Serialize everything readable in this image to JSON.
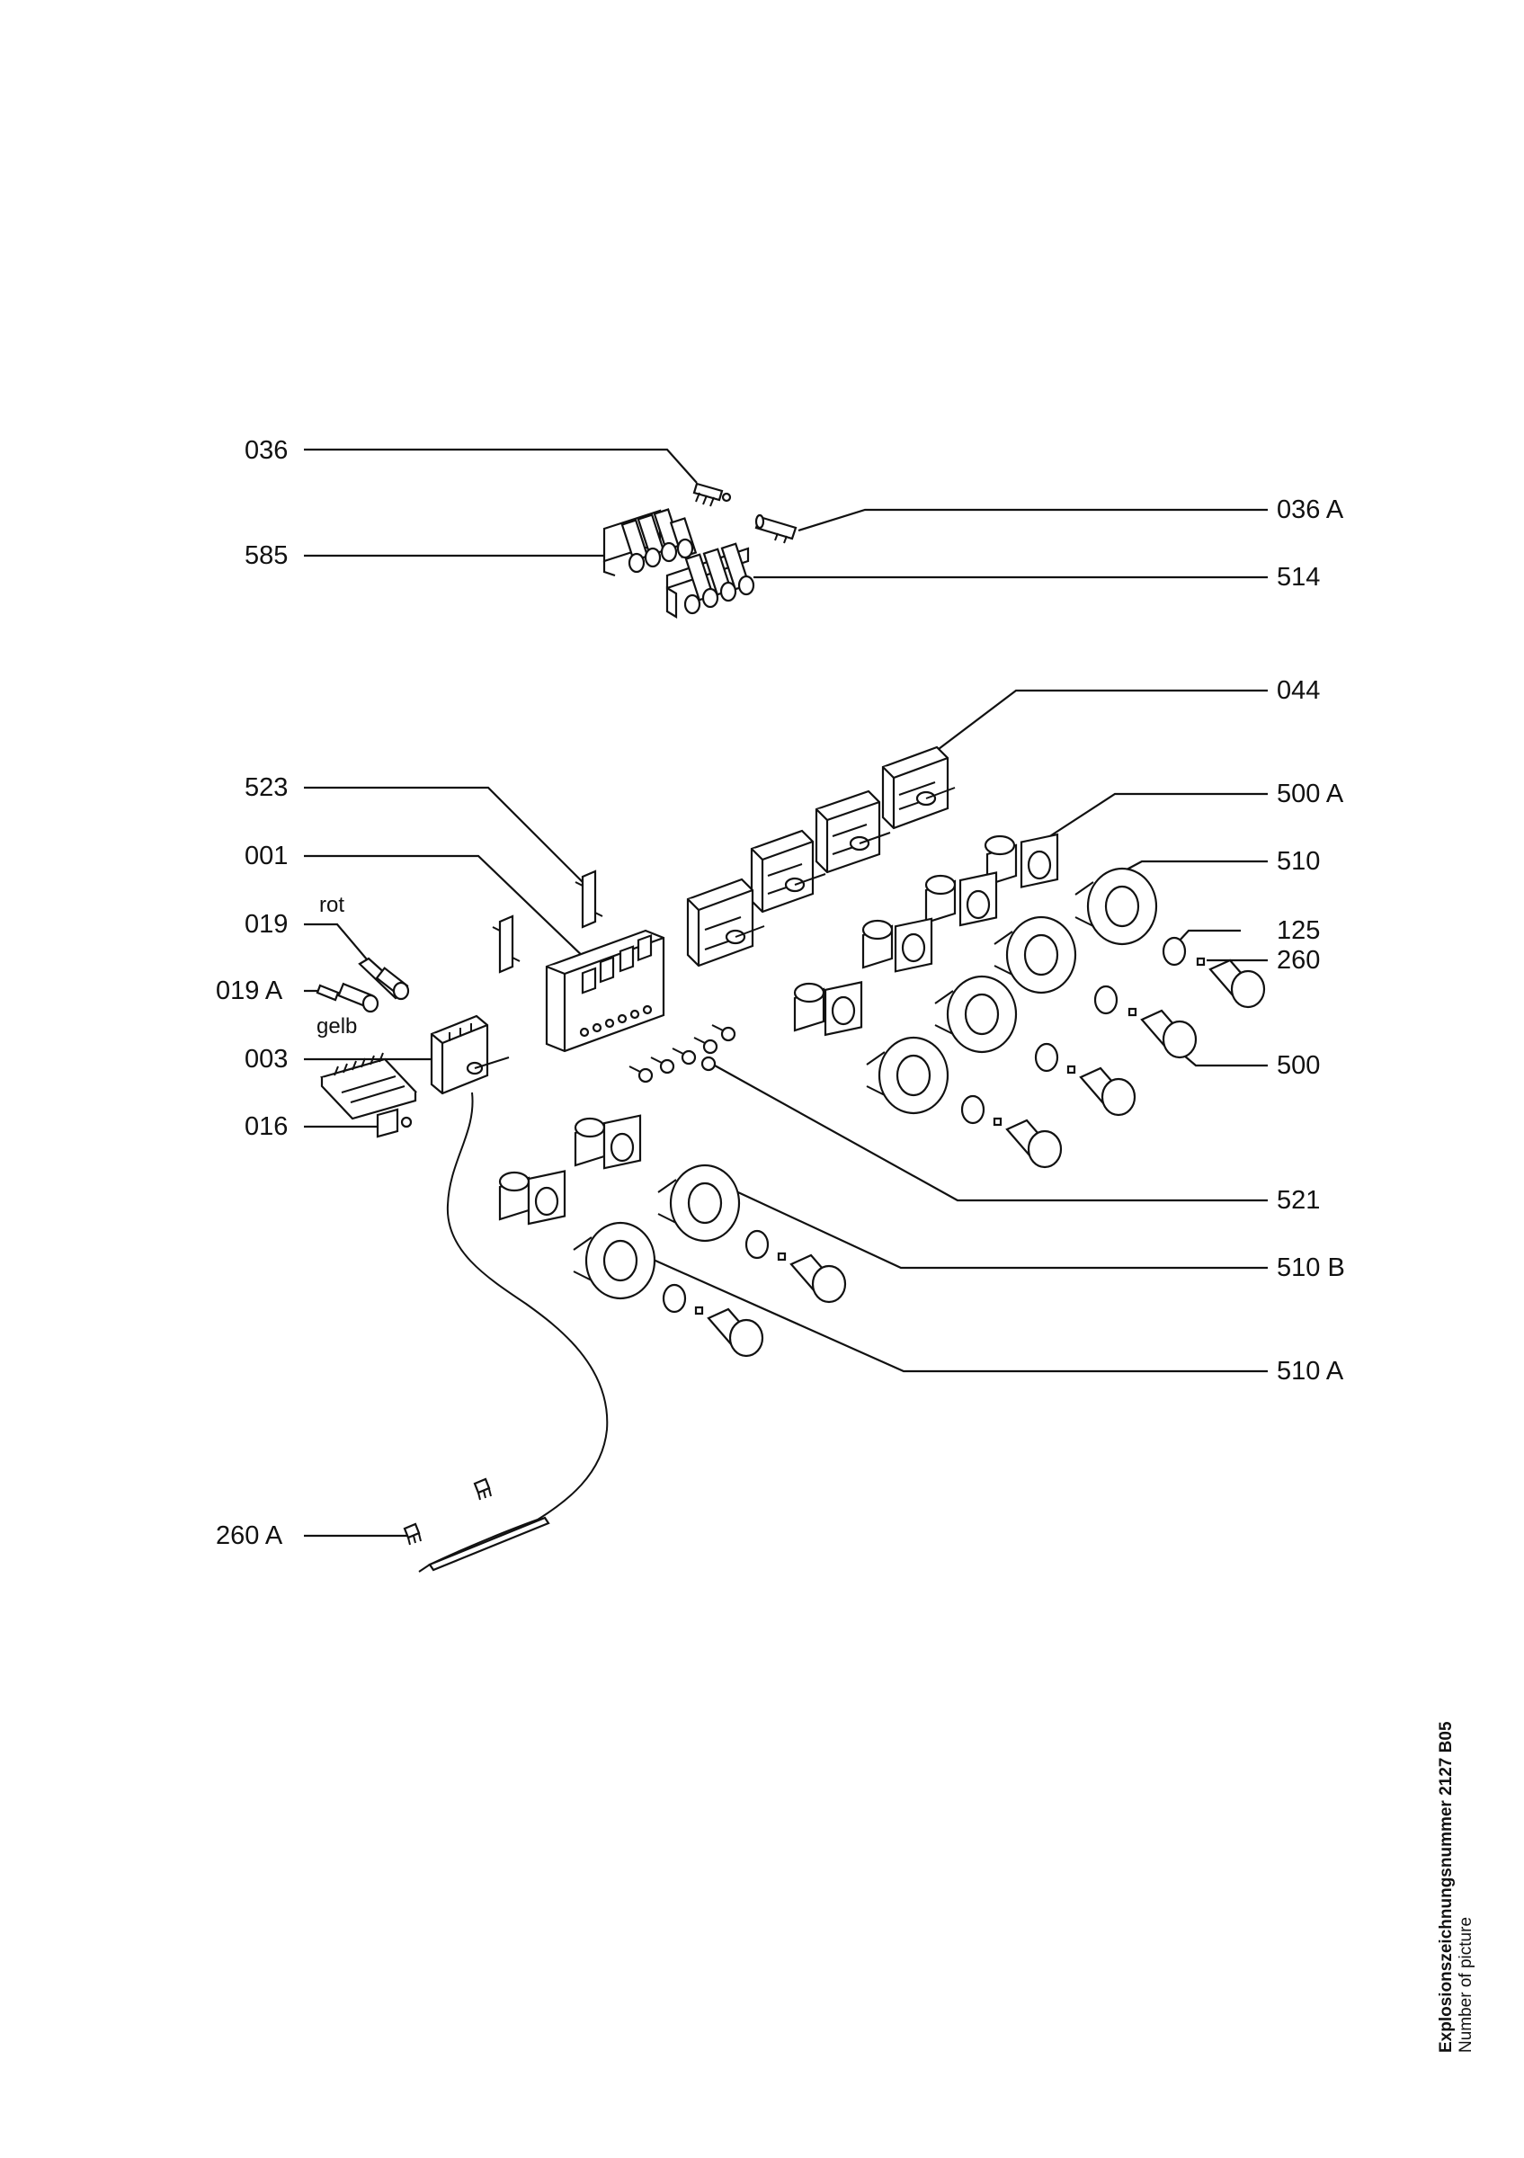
{
  "labels": {
    "p036": "036",
    "p036a": "036 A",
    "p585": "585",
    "p514": "514",
    "p044": "044",
    "p523": "523",
    "p500a": "500 A",
    "p001": "001",
    "p510": "510",
    "p019": "019",
    "p125": "125",
    "p260": "260",
    "p019a": "019 A",
    "p003": "003",
    "p500": "500",
    "p016": "016",
    "p521": "521",
    "p510b": "510 B",
    "p510a": "510 A",
    "p260a": "260 A"
  },
  "annotations": {
    "rot": "rot",
    "gelb": "gelb"
  },
  "caption": {
    "title": "Explosionszeichnungsnummer  2127 B05",
    "subtitle": "Number of picture"
  }
}
